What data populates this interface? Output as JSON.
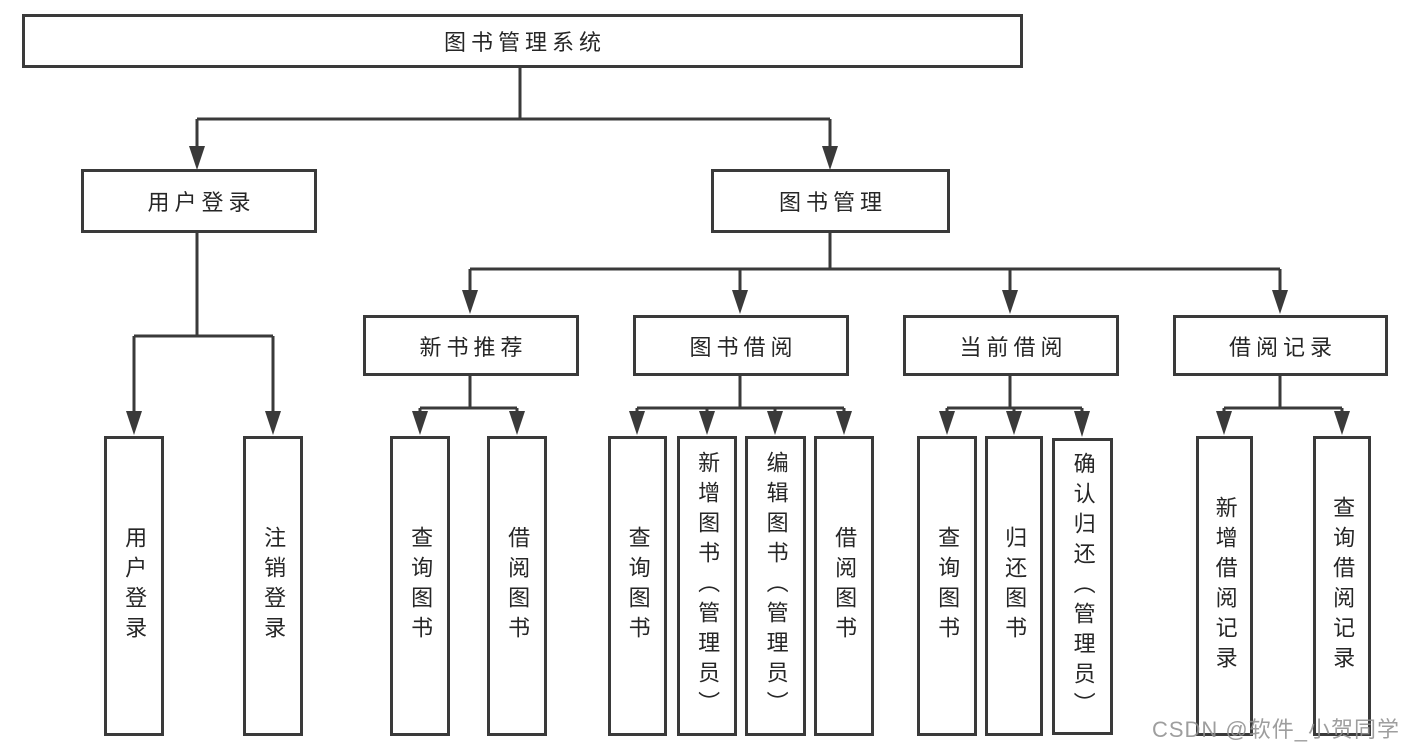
{
  "tree": {
    "root": "图书管理系统",
    "branches": [
      {
        "label": "用户登录",
        "leaves": [
          "用户登录",
          "注销登录"
        ]
      },
      {
        "label": "图书管理",
        "groups": [
          {
            "label": "新书推荐",
            "leaves": [
              "查询图书",
              "借阅图书"
            ]
          },
          {
            "label": "图书借阅",
            "leaves": [
              "查询图书",
              "新增图书（管理员）",
              "编辑图书（管理员）",
              "借阅图书"
            ]
          },
          {
            "label": "当前借阅",
            "leaves": [
              "查询图书",
              "归还图书",
              "确认归还（管理员）"
            ]
          },
          {
            "label": "借阅记录",
            "leaves": [
              "新增借阅记录",
              "查询借阅记录"
            ]
          }
        ]
      }
    ]
  },
  "colors": {
    "line": "#3a3a3a",
    "box_border": "#3a3a3a",
    "text": "#262626",
    "watermark": "#919191",
    "background": "#ffffff"
  },
  "watermark": "CSDN @软件_小贺同学"
}
